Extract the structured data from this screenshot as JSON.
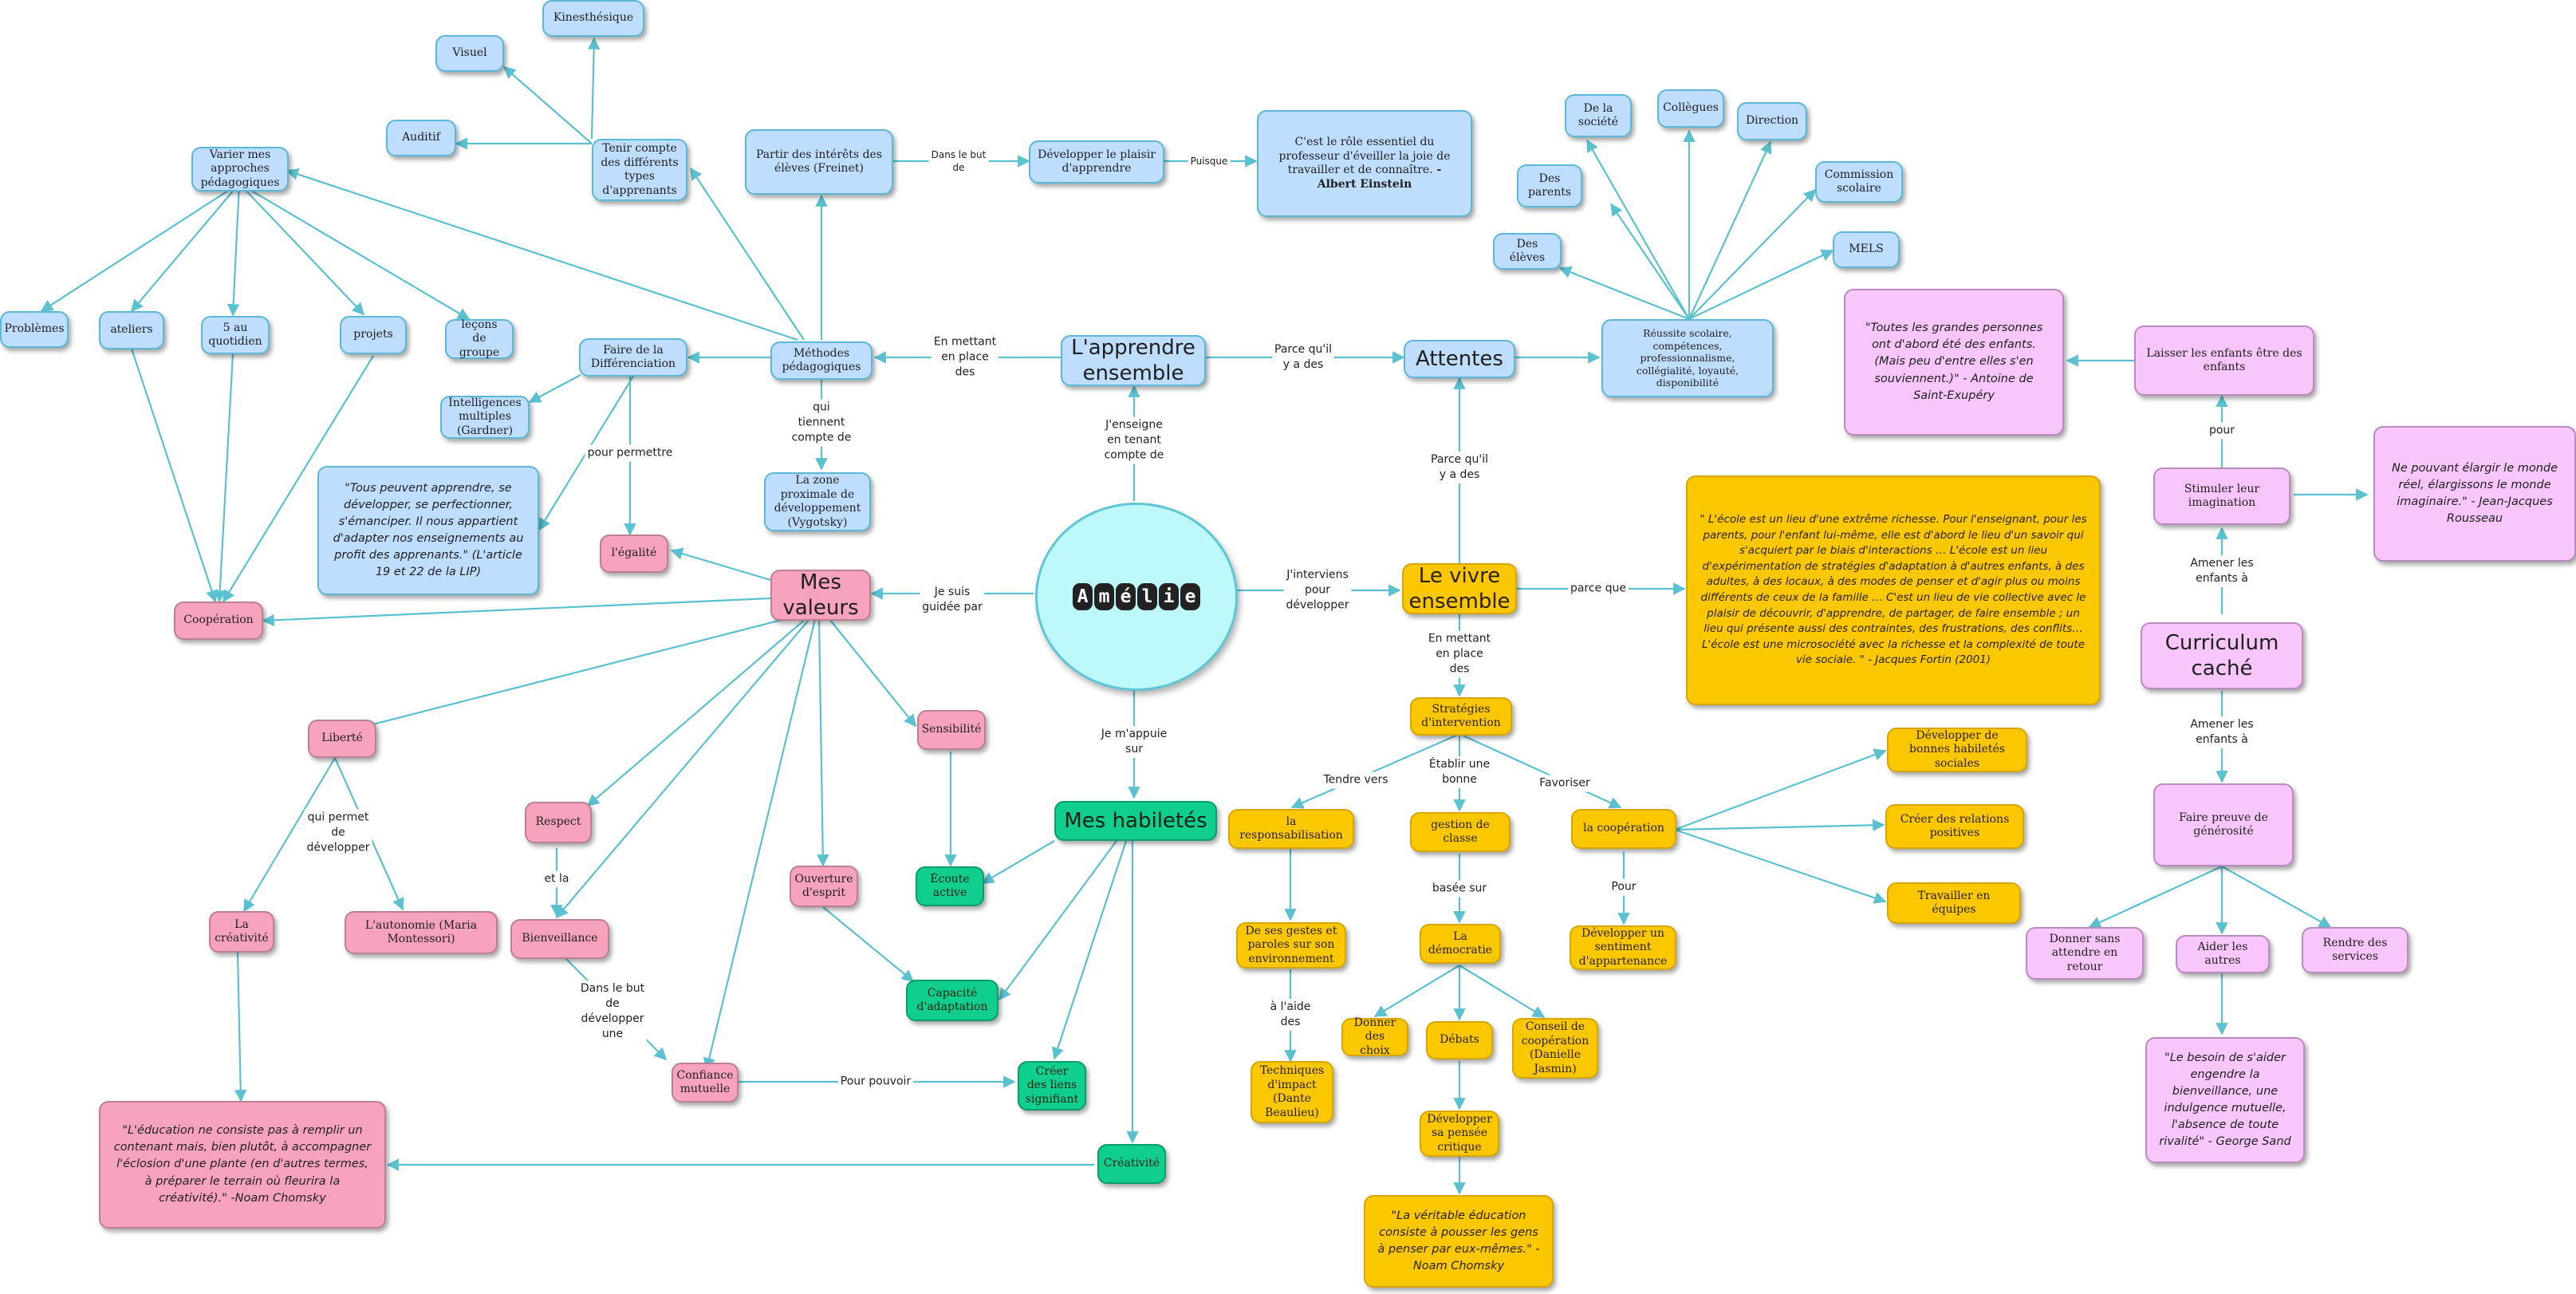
{
  "center": {
    "title": "Amélie",
    "letters": [
      "A",
      "m",
      "é",
      "l",
      "i",
      "e"
    ]
  },
  "hubs": {
    "apprendre": "L'apprendre ensemble",
    "attentes": "Attentes",
    "vivre": "Le vivre ensemble",
    "valeurs": "Mes valeurs",
    "habiletes": "Mes habiletés",
    "curriculum": "Curriculum caché"
  },
  "blue": {
    "kinesthesique": "Kinesthésique",
    "visuel": "Visuel",
    "auditif": "Auditif",
    "tenir_compte": "Tenir compte des différents types d'apprenants",
    "varier": "Varier mes approches pédagogiques",
    "problemes": "Problèmes",
    "ateliers": "ateliers",
    "six_au_quotidien": "5 au quotidien",
    "projets": "projets",
    "lecons_groupe": "leçons de groupe",
    "partir_interets": "Partir des intérêts des élèves (Freinet)",
    "developper_plaisir": "Développer le plaisir d'apprendre",
    "einstein_quote": "C'est le rôle essentiel du professeur d'éveiller la joie de travailler et de connaître.",
    "einstein_author": " - Albert Einstein",
    "methodes": "Méthodes pédagogiques",
    "faire_differenciation": "Faire de la Différenciation",
    "intelligences": "Intelligences multiples (Gardner)",
    "zone_proximale": "La zone proximale de développement (Vygotsky)",
    "lip_quote": "\"Tous peuvent apprendre, se développer, se perfectionner, s'émanciper. Il nous appartient d'adapter nos enseignements au profit des apprenants.\" (L'article 19 et 22 de la LIP)",
    "de_la_societe": "De la société",
    "collegues": "Collègues",
    "direction": "Direction",
    "des_parents": "Des parents",
    "commission": "Commission scolaire",
    "des_eleves": "Des élèves",
    "mels": "MELS",
    "reussite": "Réussite scolaire, compétences, professionnalisme, collégialité, loyauté, disponibilité"
  },
  "pink": {
    "egalite": "l'égalité",
    "cooperation": "Coopération",
    "liberte": "Liberté",
    "respect": "Respect",
    "sensibilite": "Sensibilité",
    "creativite": "La créativité",
    "autonomie": "L'autonomie (Maria Montessori)",
    "bienveillance": "Bienveillance",
    "ouverture": "Ouverture d'esprit",
    "confiance": "Confiance mutuelle",
    "chomsky_quote": "\"L'éducation ne consiste pas à remplir un contenant mais, bien plutôt, à accompagner l'éclosion d'une plante (en d'autres termes, à préparer le terrain où fleurira la créativité).\" -Noam Chomsky"
  },
  "green": {
    "ecoute": "Écoute active",
    "capacite": "Capacité d'adaptation",
    "liens": "Créer des liens signifiant",
    "creativite": "Créativité"
  },
  "yellow": {
    "fortin_quote": "\" L'école est un lieu d'une extrême richesse. Pour l'enseignant, pour les parents, pour l'enfant lui-même, elle est d'abord le lieu d'un savoir qui s'acquiert par le biais d'interactions … L'école est un lieu d'expérimentation de stratégies d'adaptation à d'autres enfants, à des adultes, à des locaux, à des modes de penser et d'agir plus ou moins différents de ceux de la famille … C'est un lieu de vie collective avec le plaisir de découvrir, d'apprendre, de partager, de faire ensemble ; un lieu qui présente aussi des contraintes, des frustrations, des conflits… L'école est une microsociété avec la richesse et la complexité de toute vie sociale. \" - Jacques Fortin (2001)",
    "strategies": "Stratégies d'intervention",
    "responsabilisation": "la responsabilisation",
    "gestion": "gestion de classe",
    "la_cooperation": "la coopération",
    "gestes": "De ses gestes et paroles sur son environnement",
    "techniques": "Techniques d'impact (Dante Beaulieu)",
    "democratie": "La démocratie",
    "donner_choix": "Donner des choix",
    "debats": "Débats",
    "conseil": "Conseil de coopération (Danielle Jasmin)",
    "pensee_critique": "Développer sa pensée critique",
    "chomsky2_quote": "\"La véritable éducation consiste à pousser les gens à penser par eux-mêmes.\" - Noam Chomsky",
    "sentiment": "Développer un sentiment d'appartenance",
    "habiletes_sociales": "Développer de bonnes habiletés sociales",
    "relations": "Créer des relations positives",
    "equipes": "Travailler en équipes"
  },
  "lilac": {
    "saint_exupery": "\"Toutes les grandes personnes ont d'abord été des enfants. (Mais peu d'entre elles s'en souviennent.)\" - Antoine de Saint-Exupéry",
    "laisser_enfants": "Laisser les enfants être des enfants",
    "stimuler": "Stimuler leur imagination",
    "rousseau": "Ne pouvant élargir le monde réel, élargissons le monde imaginaire.\" - Jean-Jacques Rousseau",
    "generosite": "Faire preuve de générosité",
    "donner_sans": "Donner sans attendre en retour",
    "aider": "Aider les autres",
    "rendre": "Rendre des services",
    "sand_quote": "\"Le besoin de s'aider engendre la bienveillance, une indulgence mutuelle, l'absence de toute rivalité\" - George Sand"
  },
  "labels": {
    "je_suis_guidee": "Je suis guidée par",
    "j_enseigne": "J'enseigne en tenant compte de",
    "j_interviens": "J'interviens pour développer",
    "je_m_appuie": "Je m'appuie sur",
    "en_mettant_place": "En mettant en place des",
    "parce_quil_y_a_top": "Parce qu'il y a des",
    "parce_quil_y_a": "Parce qu'il y a des",
    "dans_le_but": "Dans le but de",
    "puisque": "Puisque",
    "qui_tiennent": "qui tiennent compte de",
    "pour_permettre": "pour permettre",
    "qui_permet": "qui permet de développer",
    "et_la": "et la",
    "dans_le_but_dev": "Dans le but de développer une",
    "pour_pouvoir": "Pour pouvoir",
    "parce_que": "parce que",
    "en_mettant_place2": "En mettant en place des",
    "tendre_vers": "Tendre vers",
    "etablir": "Établir une bonne",
    "favoriser": "Favoriser",
    "a_laide": "à l'aide des",
    "basee_sur": "basée sur",
    "pour": "Pour",
    "pour2": "pour",
    "amener1": "Amener les enfants à",
    "amener2": "Amener les enfants à"
  }
}
